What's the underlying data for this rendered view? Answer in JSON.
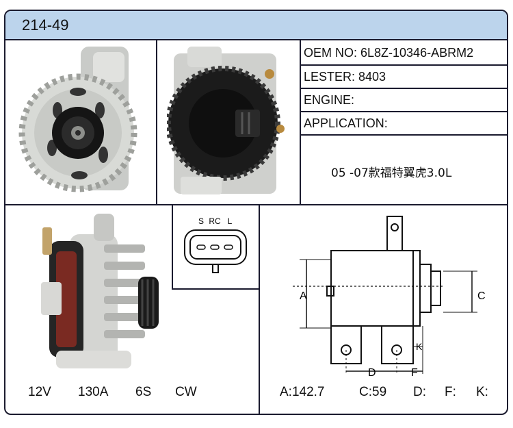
{
  "header": {
    "model": "214-49"
  },
  "specs": {
    "oem": "OEM NO: 6L8Z-10346-ABRM2",
    "lester": "LESTER: 8403",
    "engine": "ENGINE:",
    "application": "APPLICATION:",
    "application_value": "05 -07款福特翼虎3.0L"
  },
  "connector": {
    "pins": [
      "S",
      "RC",
      "L"
    ]
  },
  "ratings": {
    "voltage": "12V",
    "amperage": "130A",
    "pulley": "6S",
    "rotation": "CW"
  },
  "dimensions": {
    "labels": {
      "a": "A",
      "c": "C",
      "d": "D",
      "f": "F",
      "k": "K"
    },
    "values": {
      "a": "A:142.7",
      "c": "C:59",
      "d": "D:",
      "f": "F:",
      "k": "K:"
    }
  },
  "icons": [
    "alternator-front-photo",
    "alternator-rear-photo",
    "alternator-side-photo",
    "connector-diagram",
    "dimension-diagram"
  ]
}
